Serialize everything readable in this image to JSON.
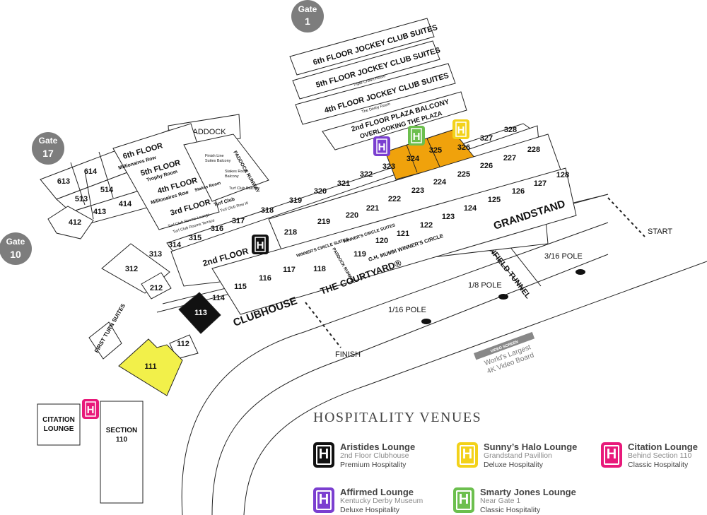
{
  "gates": [
    {
      "word": "Gate",
      "num": "1"
    },
    {
      "word": "Gate",
      "num": "17"
    },
    {
      "word": "Gate",
      "num": "10"
    }
  ],
  "jockey_rows": {
    "floor6": "6th FLOOR JOCKEY CLUB SUITES",
    "floor5": "5th FLOOR JOCKEY CLUB SUITES",
    "floor5_sub": "Triple Crown Room",
    "floor4": "4th FLOOR JOCKEY CLUB SUITES",
    "floor4_sub": "The Derby Room",
    "plaza1": "2nd FLOOR PLAZA BALCONY",
    "plaza2": "OVERLOOKING THE PLAZA"
  },
  "millionaires": {
    "floor6": "6th FLOOR",
    "floor6_sub": "Millionaires Row",
    "floor5": "5th FLOOR",
    "floor5_sub": "Trophy Room",
    "floor4": "4th FLOOR",
    "floor4_sub": "Millionaires Row",
    "floor3": "3rd FLOOR",
    "turf_club": "Turf Club",
    "stakes_room": "Stakes Room",
    "finish_line": "Finish Line",
    "suites_balcony": "Suites Balcony",
    "stakes_room2": "Stakes Room",
    "balcony": "Balcony",
    "turf_club_balcony": "Turf Club Balcony",
    "turf_club_row": "Turf Club Row III",
    "turf_rooms_lounge": "Turf Club Rooms Lounge",
    "turf_rooms_terrace": "Turf Club Rooms Terrace"
  },
  "labels": {
    "paddock": "PADDOCK",
    "paddock_runway": "PADDOCK RUNWAY",
    "second_floor": "2nd FLOOR",
    "clubhouse": "CLUBHOUSE",
    "courtyard": "THE COURTYARD®",
    "grandstand": "GRANDSTAND",
    "infield_tunnel": "INFIELD TUNNEL",
    "gh_mumm": "G.H. MUMM WINNER'S CIRCLE",
    "winners_circle_suites": "WINNER'S CIRCLE SUITES",
    "winners_circle_suites2": "WINNER'S CIRCLE SUITES",
    "paddock_runway2": "PADDOCK RUNWAY",
    "first_turn_suites": "FIRST TURN SUITES",
    "citation_lounge_1": "CITATION",
    "citation_lounge_2": "LOUNGE",
    "section_110_1": "SECTION",
    "section_110_2": "110",
    "start": "START",
    "finish": "FINISH",
    "pole_316": "3/16 POLE",
    "pole_18": "1/8 POLE",
    "pole_116": "1/16 POLE",
    "video_screen": "VIDEO SCREEN",
    "video_line1": "World's Largest",
    "video_line2": "4K Video Board"
  },
  "sections": {
    "s613": "613",
    "s614": "614",
    "s513": "513",
    "s514": "514",
    "s413": "413",
    "s414": "414",
    "s412": "412",
    "s313": "313",
    "s314": "314",
    "s315": "315",
    "s316": "316",
    "s317": "317",
    "s318": "318",
    "s319": "319",
    "s320": "320",
    "s321": "321",
    "s322": "322",
    "s323": "323",
    "s324": "324",
    "s325": "325",
    "s326": "326",
    "s327": "327",
    "s328": "328",
    "s312": "312",
    "s212": "212",
    "s218": "218",
    "s219": "219",
    "s220": "220",
    "s221": "221",
    "s222": "222",
    "s223": "223",
    "s224": "224",
    "s225": "225",
    "s226": "226",
    "s227": "227",
    "s228": "228",
    "s113": "113",
    "s114": "114",
    "s115": "115",
    "s116": "116",
    "s117": "117",
    "s118": "118",
    "s119": "119",
    "s120": "120",
    "s121": "121",
    "s122": "122",
    "s123": "123",
    "s124": "124",
    "s125": "125",
    "s126": "126",
    "s127": "127",
    "s128": "128",
    "s111": "111",
    "s112": "112"
  },
  "highlight_colors": {
    "orange": "#f0a20c",
    "yellow": "#f2f04a",
    "black": "#111111"
  },
  "legend": {
    "title": "HOSPITALITY VENUES",
    "items": [
      {
        "name": "Aristides Lounge",
        "location": "2nd Floor Clubhouse",
        "type": "Premium Hospitality",
        "color": "#111111",
        "glyph": "H"
      },
      {
        "name": "Sunny’s Halo Lounge",
        "location": "Grandstand Pavillion",
        "type": "Deluxe Hospitality",
        "color": "#f3d21a",
        "glyph": "H"
      },
      {
        "name": "Citation Lounge",
        "location": "Behind Section 110",
        "type": "Classic Hospitality",
        "color": "#e8197a",
        "glyph": "H"
      },
      {
        "name": "Affirmed Lounge",
        "location": "Kentucky Derby Museum",
        "type": "Deluxe Hospitality",
        "color": "#7b3fd0",
        "glyph": "H"
      },
      {
        "name": "Smarty Jones Lounge",
        "location": "Near Gate 1",
        "type": "Classic Hospitality",
        "color": "#6cbf4e",
        "glyph": "H"
      }
    ]
  },
  "map_markers": [
    {
      "venue": "Affirmed Lounge",
      "glyph": "H",
      "color": "#7b3fd0"
    },
    {
      "venue": "Smarty Jones Lounge",
      "glyph": "H",
      "color": "#6cbf4e"
    },
    {
      "venue": "Sunny’s Halo Lounge",
      "glyph": "H",
      "color": "#f3d21a"
    },
    {
      "venue": "Aristides Lounge",
      "glyph": "H",
      "color": "#111111"
    },
    {
      "venue": "Citation Lounge",
      "glyph": "H",
      "color": "#e8197a"
    }
  ]
}
